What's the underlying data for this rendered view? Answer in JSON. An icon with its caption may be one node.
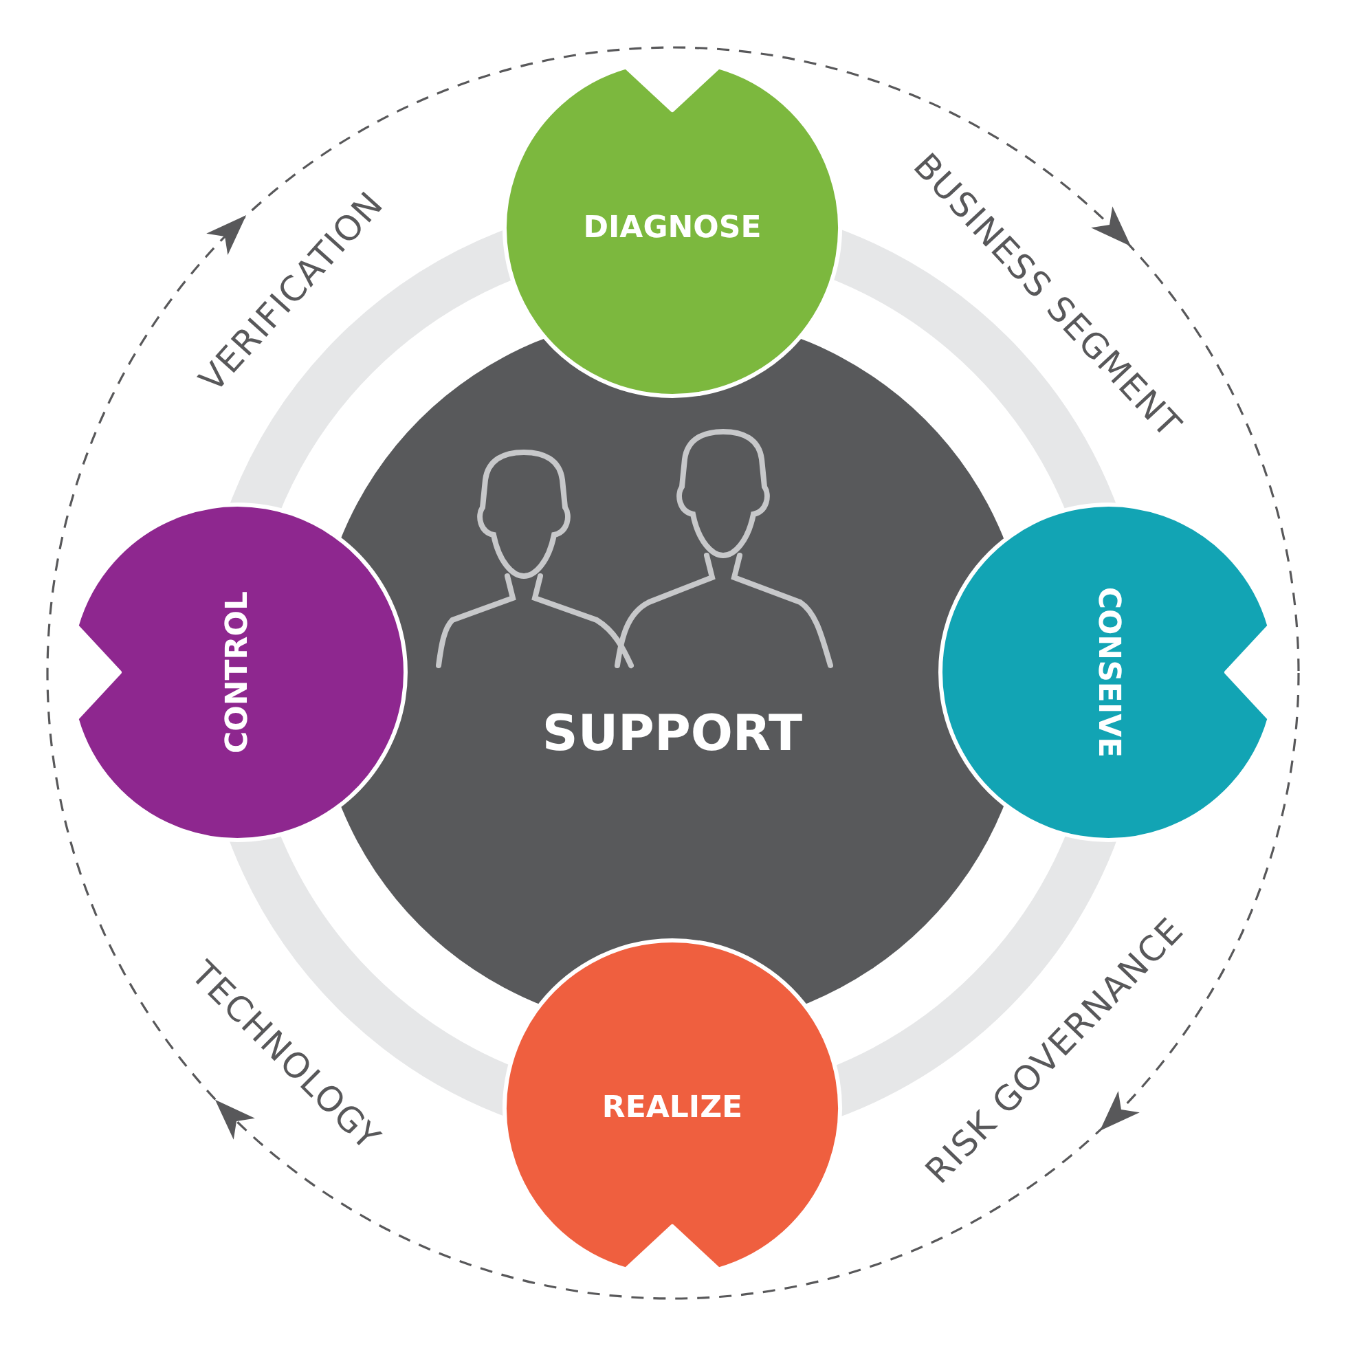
{
  "diagram": {
    "nodes": [
      {
        "text": [
          "DIAGNOSE"
        ]
      },
      {
        "text": [
          "CONTROL"
        ]
      },
      {
        "text": [
          "SUPPORT"
        ]
      },
      {
        "text": [
          "CONSEIVE"
        ]
      },
      {
        "text": [
          "REALIZE"
        ]
      }
    ],
    "labels": [
      "VERIFICATION",
      "BUSINESS SEGMENT",
      "TECHNOLOGY",
      "RISK GOVERNANCE"
    ]
  }
}
